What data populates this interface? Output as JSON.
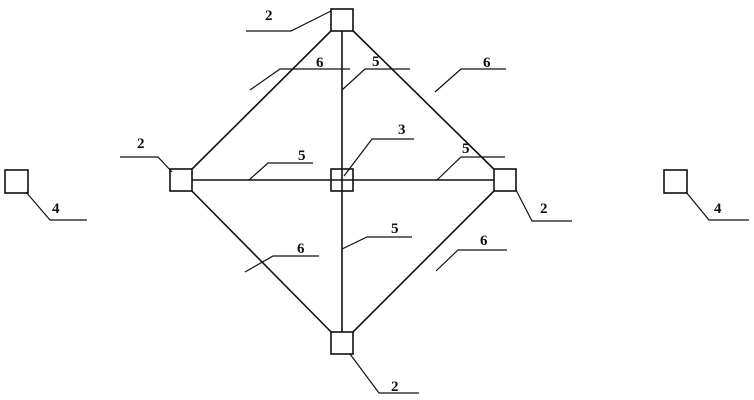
{
  "labels": {
    "node_top": "2",
    "node_left": "2",
    "node_right": "2",
    "node_bottom": "2",
    "center": "3",
    "outer_left": "4",
    "outer_right": "4",
    "cross_upper": "5",
    "cross_left": "5",
    "cross_right": "5",
    "cross_lower": "5",
    "edge_upper_left": "6",
    "edge_upper_right": "6",
    "edge_lower_left": "6",
    "edge_lower_right": "6"
  }
}
